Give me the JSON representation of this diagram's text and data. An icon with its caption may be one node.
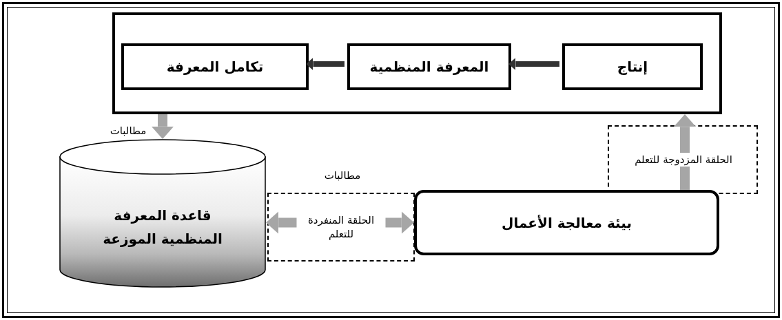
{
  "diagram": {
    "nodes": [
      {
        "text": [],
        "shape": "box"
      },
      {
        "text": [
          "إنتاج"
        ],
        "in": 0
      },
      {
        "text": [
          "المعرفة المنظمية"
        ],
        "in": 0
      },
      {
        "text": [
          "تكامل المعرفة"
        ],
        "in": 0
      },
      {
        "text": [
          "قاعدة المعرفة المنظمية الموزعة"
        ]
      },
      {
        "text": [
          "بيئة معالجة الأعمال"
        ]
      }
    ],
    "edges": [
      {
        "from": 1,
        "to": 2,
        "arrow": "to",
        "color": "#333333"
      },
      {
        "from": 2,
        "to": 3,
        "arrow": "to",
        "color": "#333333"
      },
      {
        "from": 0,
        "to": 4,
        "arrow": "to",
        "label": "مطالبات"
      },
      {
        "from": 4,
        "to": 5,
        "arrow": "both",
        "label": "الحلقة المنفردة للتعلم"
      },
      {
        "from": 5,
        "to": 0,
        "arrow": "to",
        "label": "الحلقة المزدوجة للتعلم"
      }
    ],
    "labels": [
      "مطالبات"
    ]
  }
}
